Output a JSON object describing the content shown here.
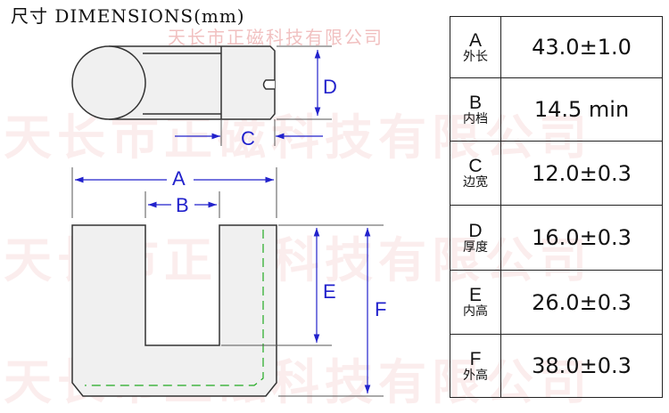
{
  "title": "尺寸 DIMENSIONS(mm)",
  "watermark": "天长市正磁科技有限公司",
  "labels": {
    "A": "A",
    "B": "B",
    "C": "C",
    "D": "D",
    "E": "E",
    "F": "F"
  },
  "colors": {
    "dimension": "#2222cc",
    "centerline": "#22aa22",
    "part_fill": "#f0f0f0",
    "watermark": "#d23c3c"
  },
  "table": [
    {
      "letter": "A",
      "name": "外长",
      "value": "43.0±1.0"
    },
    {
      "letter": "B",
      "name": "内档",
      "value": "14.5 min"
    },
    {
      "letter": "C",
      "name": "边宽",
      "value": "12.0±0.3"
    },
    {
      "letter": "D",
      "name": "厚度",
      "value": "16.0±0.3"
    },
    {
      "letter": "E",
      "name": "内高",
      "value": "26.0±0.3"
    },
    {
      "letter": "F",
      "name": "外高",
      "value": "38.0±0.3"
    }
  ]
}
